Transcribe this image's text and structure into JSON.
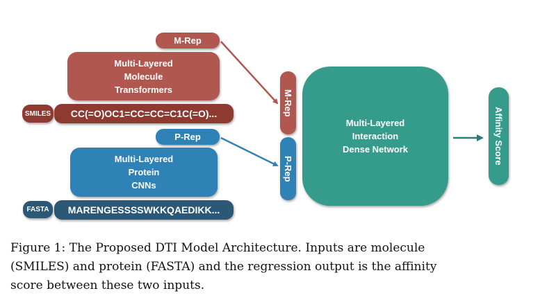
{
  "diagram": {
    "molecule_branch": {
      "rep_label": "M-Rep",
      "encoder_label": "Multi-Layered\nMolecule\nTransformers",
      "input_tag": "SMILES",
      "input_value": "CC(=O)OC1=CC=CC=C1C(=O)..."
    },
    "protein_branch": {
      "rep_label": "P-Rep",
      "encoder_label": "Multi-Layered\nProtein\nCNNs",
      "input_tag": "FASTA",
      "input_value": "MARENGESSSSWKKQAEDIKK..."
    },
    "concat": {
      "m_rep_label": "M-Rep",
      "p_rep_label": "P-Rep"
    },
    "interaction_label": "Multi-Layered\nInteraction\nDense Network",
    "output_label": "Affinity Score",
    "colors": {
      "molecule": "#b0574f",
      "molecule_dark": "#8e3a30",
      "protein": "#2e82b6",
      "protein_dark": "#2c5878",
      "interaction": "#359c8b",
      "arrow_output": "#2a7d70"
    }
  },
  "caption": {
    "lines": [
      "Figure 1:  The Proposed DTI Model Architecture.  Inputs are molecule",
      "(SMILES) and protein (FASTA) and the regression output is the affinity",
      "score between these two inputs."
    ]
  }
}
